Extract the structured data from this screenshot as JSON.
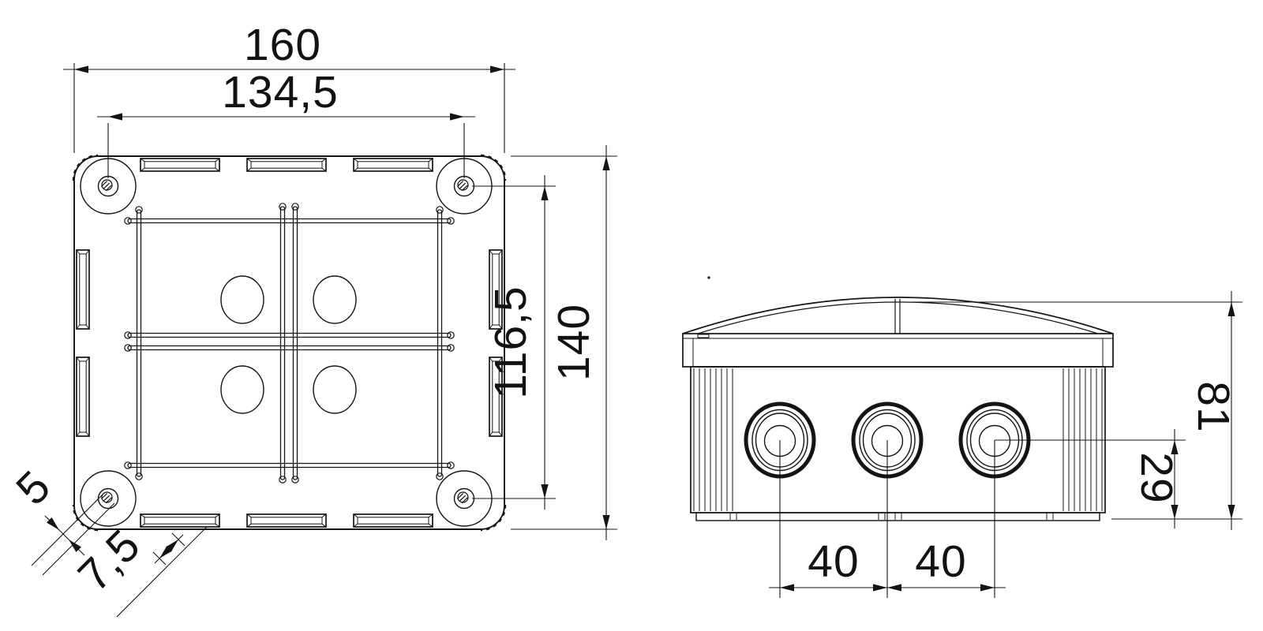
{
  "drawing": {
    "description": "Technical dimension drawing of a weatherproof junction box, top view and front view",
    "background_color": "#ffffff",
    "line_color": "#141414",
    "views": {
      "top": {
        "name": "top-view",
        "dimensions": {
          "outer_width": "160",
          "screw_span_width": "134,5",
          "screw_span_height": "116,5",
          "outer_height": "140",
          "screw_hole": "5",
          "screw_boss": "7,5"
        }
      },
      "front": {
        "name": "front-view",
        "dimensions": {
          "outer_height": "81",
          "knockout_center_height": "29",
          "knockout_spacing_left": "40",
          "knockout_spacing_right": "40"
        }
      }
    }
  }
}
